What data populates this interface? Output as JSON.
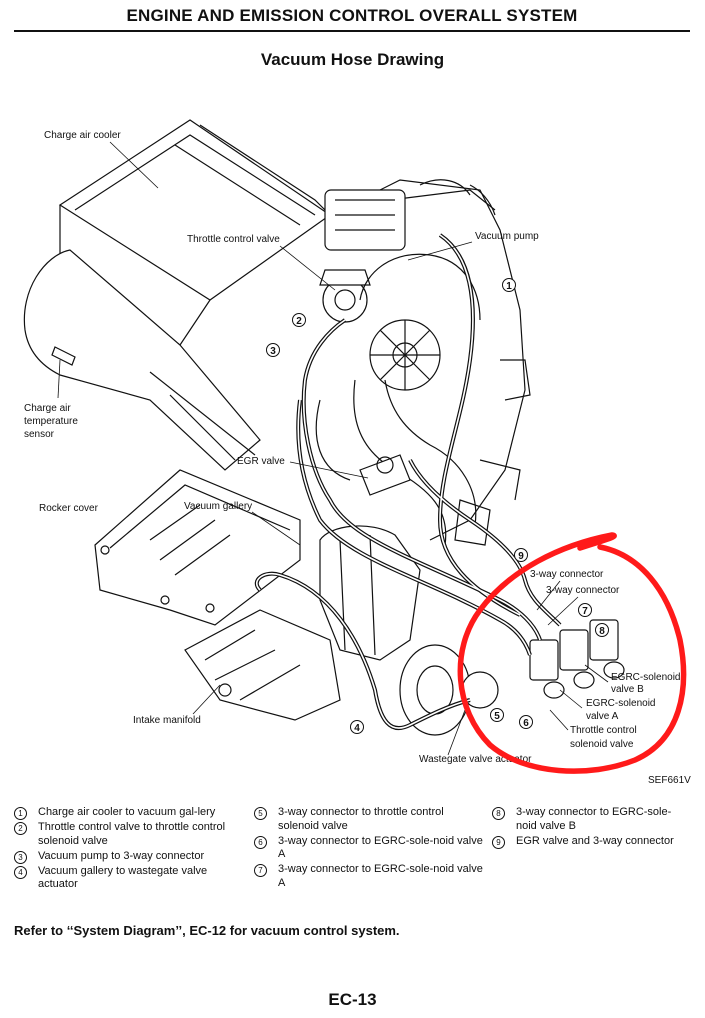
{
  "header": {
    "title": "ENGINE AND EMISSION CONTROL OVERALL SYSTEM"
  },
  "drawing": {
    "title": "Vacuum Hose Drawing",
    "code": "SEF661V",
    "labels": {
      "charge_air_cooler": "Charge air cooler",
      "throttle_control_valve": "Throttle control valve",
      "vacuum_pump": "Vacuum pump",
      "charge_air_temp_1": "Charge air",
      "charge_air_temp_2": "temperature",
      "charge_air_temp_3": "sensor",
      "egr_valve": "EGR valve",
      "rocker_cover": "Rocker cover",
      "vacuum_gallery": "Vacuum gallery",
      "three_way_connector_a": "3-way connector",
      "three_way_connector_b": "3-way connector",
      "egrc_b_1": "EGRC-solenoid",
      "egrc_b_2": "valve B",
      "egrc_a_1": "EGRC-solenoid",
      "egrc_a_2": "valve A",
      "throttle_solenoid_1": "Throttle control",
      "throttle_solenoid_2": "solenoid valve",
      "intake_manifold": "Intake manifold",
      "wastegate": "Wastegate valve actuator"
    },
    "callouts": [
      "1",
      "2",
      "3",
      "4",
      "5",
      "6",
      "7",
      "8",
      "9"
    ],
    "highlight_color": "#ff1a1a"
  },
  "legend": {
    "col1": [
      {
        "n": "1",
        "text": "Charge air cooler to vacuum gal-lery"
      },
      {
        "n": "2",
        "text": "Throttle control valve to throttle control solenoid valve"
      },
      {
        "n": "3",
        "text": "Vacuum pump to 3-way connector"
      },
      {
        "n": "4",
        "text": "Vacuum gallery to wastegate valve actuator"
      }
    ],
    "col2": [
      {
        "n": "5",
        "text": "3-way connector to throttle control solenoid valve"
      },
      {
        "n": "6",
        "text": "3-way connector to EGRC-sole-noid valve A"
      },
      {
        "n": "7",
        "text": "3-way connector to EGRC-sole-noid valve A"
      }
    ],
    "col3": [
      {
        "n": "8",
        "text": "3-way connector to EGRC-sole-noid valve B"
      },
      {
        "n": "9",
        "text": "EGR valve and 3-way connector"
      }
    ]
  },
  "footer": {
    "refer": "Refer to ‘‘System Diagram’’, EC-12 for vacuum control system.",
    "page_number": "EC-13"
  }
}
